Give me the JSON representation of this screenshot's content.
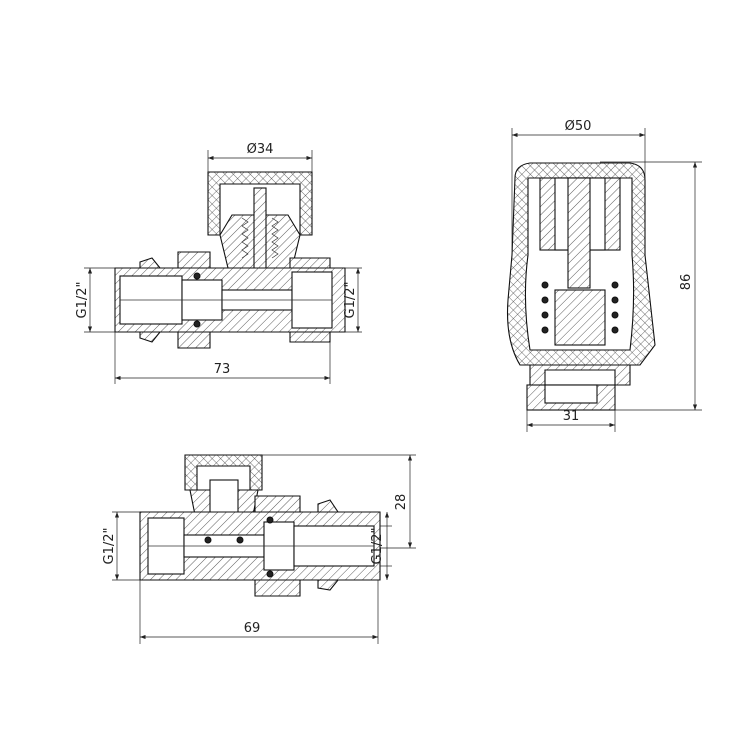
{
  "views": {
    "top_left": {
      "diameter_label": "Ø34",
      "thread_left_label": "G1/2\"",
      "thread_right_label": "G1/2\"",
      "length_label": "73"
    },
    "right": {
      "diameter_label": "Ø50",
      "height_label": "86",
      "base_width_label": "31"
    },
    "bottom": {
      "height_label": "28",
      "thread_left_label": "G1/2\"",
      "thread_right_label": "G1/2\"",
      "length_label": "69"
    }
  }
}
